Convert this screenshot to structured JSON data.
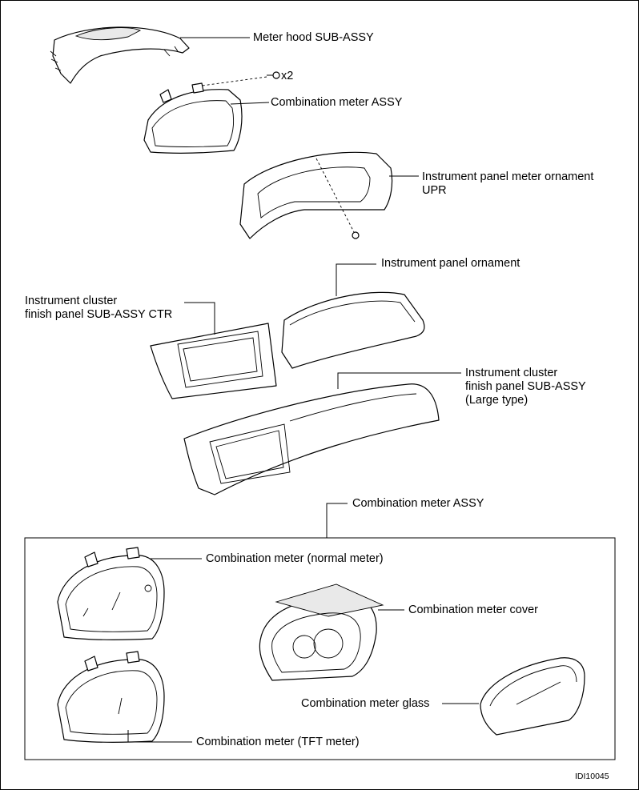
{
  "labels": {
    "meter_hood": "Meter hood SUB-ASSY",
    "qty": "x2",
    "combination_meter_top": "Combination meter ASSY",
    "meter_ornament_upr_line1": "Instrument panel meter ornament",
    "meter_ornament_upr_line2": "UPR",
    "panel_ornament": "Instrument panel ornament",
    "finish_ctr_line1": "Instrument cluster",
    "finish_ctr_line2": "finish panel SUB-ASSY CTR",
    "finish_large_line1": "Instrument cluster",
    "finish_large_line2": "finish panel SUB-ASSY",
    "finish_large_line3": "(Large type)",
    "combination_meter_group": "Combination meter ASSY",
    "normal_meter": "Combination meter (normal meter)",
    "meter_cover": "Combination meter cover",
    "meter_glass": "Combination meter glass",
    "tft_meter": "Combination meter (TFT meter)",
    "figure_id": "IDI10045"
  }
}
